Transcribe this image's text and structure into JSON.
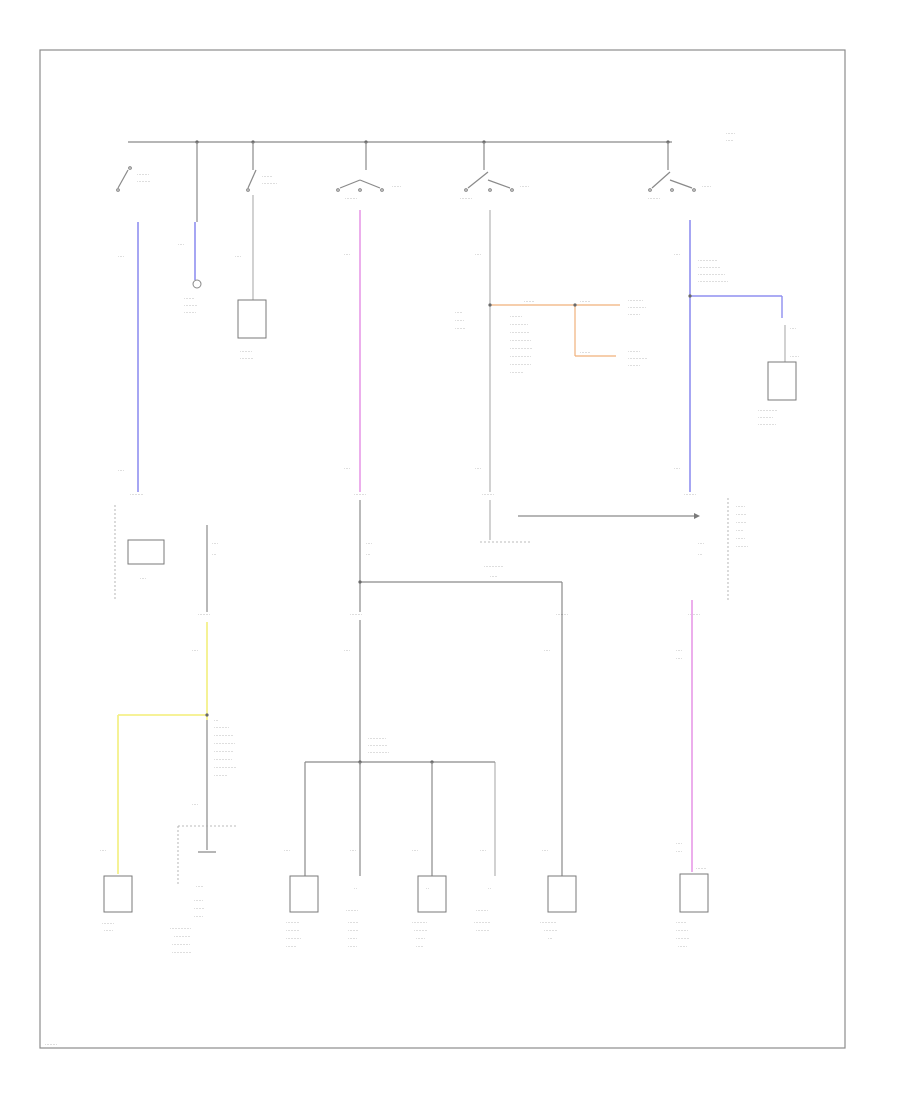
{
  "title": "",
  "footer_code": "",
  "colors": {
    "blue": "#8f8ff0",
    "pink": "#e89ae8",
    "yellow": "#f4f08a",
    "orange": "#f0b07a",
    "black": "#8a8a8a"
  },
  "components": [
    {
      "id": "sw1"
    },
    {
      "id": "sw2"
    },
    {
      "id": "sw3"
    },
    {
      "id": "sw4"
    },
    {
      "id": "sw5"
    },
    {
      "id": "relay-left"
    },
    {
      "id": "fuse-box-a"
    },
    {
      "id": "fuse-right"
    },
    {
      "id": "dlc"
    },
    {
      "id": "module-1"
    },
    {
      "id": "module-2"
    },
    {
      "id": "module-3"
    },
    {
      "id": "module-4"
    },
    {
      "id": "module-5"
    },
    {
      "id": "module-6"
    }
  ]
}
